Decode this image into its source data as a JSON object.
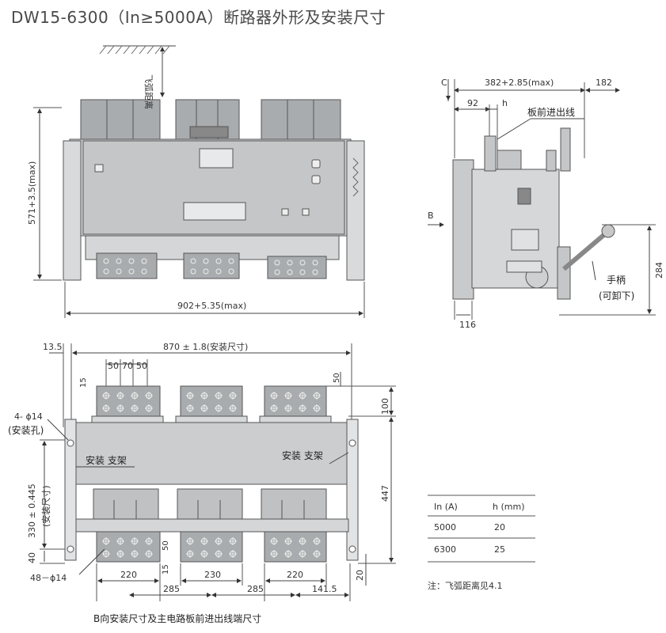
{
  "title": "DW15-6300（In≥5000A）断路器外形及安装尺寸",
  "front_view": {
    "arc_distance": "飞弧距离",
    "height_dim": "571+3.5(max)",
    "width_dim": "902+5.35(max)"
  },
  "side_view": {
    "mark_c": "C",
    "mark_b": "B",
    "top_dim": "382+2.85(max)",
    "right_dim": "182",
    "dim_92": "92",
    "dim_h": "h",
    "front_incoming": "板前进出线",
    "handle": "手柄",
    "removable": "(可卸下)",
    "dim_284": "284",
    "dim_116": "116"
  },
  "bottom_view": {
    "dim_13_5": "13.5",
    "top_dim": "870 ± 1.8(安装尺寸)",
    "dim_50a": "50",
    "dim_70": "70",
    "dim_50b": "50",
    "dim_15a": "15",
    "dim_50_right": "50",
    "dim_100": "100",
    "dim_447": "447",
    "hole_4": "4- ϕ14",
    "hole_4_note": "(安装孔)",
    "bracket_left": "安装 支架",
    "bracket_right": "安装 支架",
    "dim_330": "330 ± 0.445",
    "install_size": "(安装尺寸)",
    "dim_40": "40",
    "dim_50_mid": "50",
    "dim_15b": "15",
    "hole_48": "48－ϕ14",
    "dim_220a": "220",
    "dim_230": "230",
    "dim_220b": "220",
    "dim_285a": "285",
    "dim_285b": "285",
    "dim_141_5": "141.5",
    "dim_20": "20",
    "caption": "B向安装尺寸及主电路板前进出线端尺寸"
  },
  "table": {
    "headers": [
      "In (A)",
      "h (mm)"
    ],
    "rows": [
      [
        "5000",
        "20"
      ],
      [
        "6300",
        "25"
      ]
    ]
  },
  "note": "注：飞弧距离见4.1"
}
